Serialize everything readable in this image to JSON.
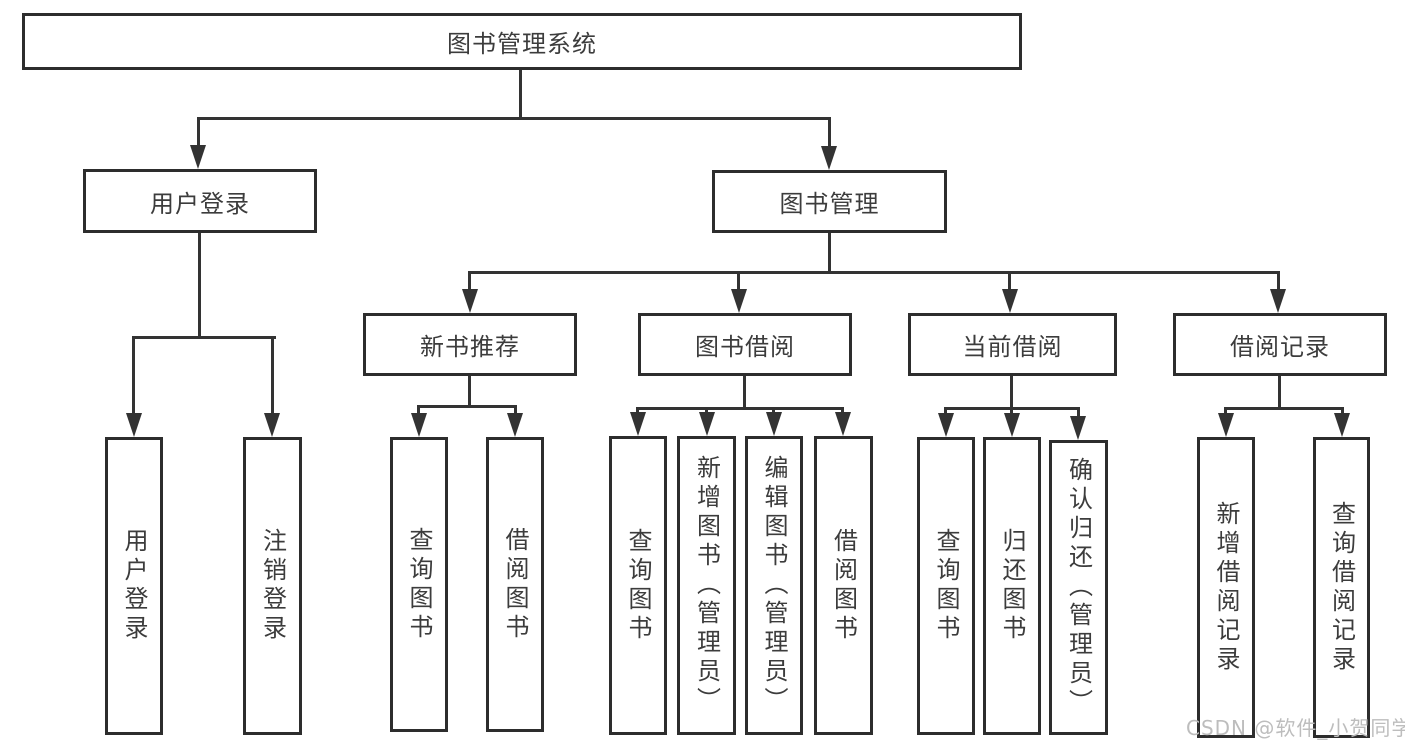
{
  "diagram_title": "图书管理系统",
  "nodes": {
    "root": "图书管理系统",
    "level1": [
      "用户登录",
      "图书管理"
    ],
    "level2": [
      "新书推荐",
      "图书借阅",
      "当前借阅",
      "借阅记录"
    ],
    "leaves": {
      "login": [
        "用户登录",
        "注销登录"
      ],
      "recommend": [
        "查询图书",
        "借阅图书"
      ],
      "borrow": [
        "查询图书",
        "新增图书（管理员）",
        "编辑图书（管理员）",
        "借阅图书"
      ],
      "current": [
        "查询图书",
        "归还图书",
        "确认归还（管理员）"
      ],
      "records": [
        "新增借阅记录",
        "查询借阅记录"
      ]
    }
  },
  "watermark": "CSDN @软件_小贺同学",
  "colors": {
    "line": "#333333",
    "border": "#2d2d2d",
    "text": "#3c3c3c",
    "watermark": "#bdbdbd",
    "background": "#ffffff"
  }
}
